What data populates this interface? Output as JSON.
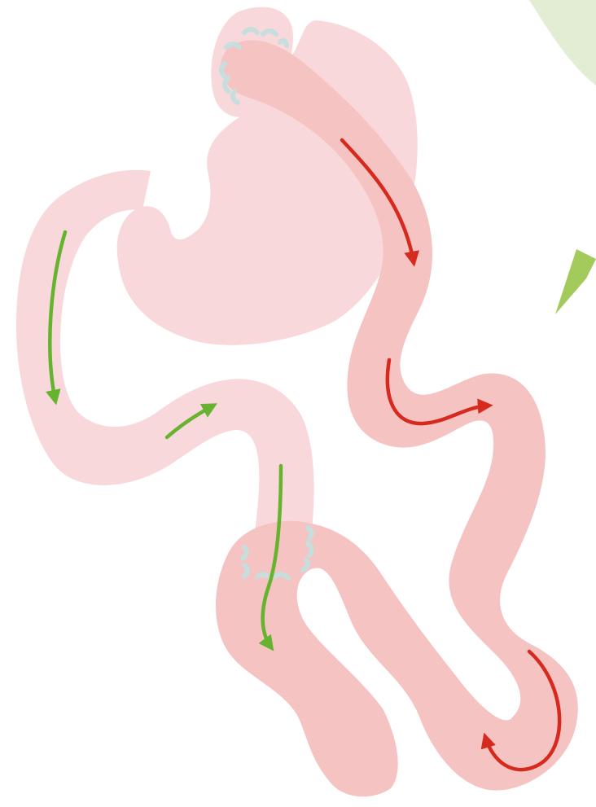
{
  "colors": {
    "background": "#ffffff",
    "stomach_pouch": "#f8d8da",
    "bypassed_limb": "#f8d8da",
    "alimentary_limb": "#f5c3c1",
    "staples": "#c6dedd",
    "food_flow_arrow": "#d62a1e",
    "digestive_juice_arrow": "#65b32e",
    "corner_leaf_light": "#e3edd3",
    "corner_arrow": "#a3cb5c"
  },
  "icons": {
    "food_flow": "curved-arrow-red",
    "digestive_juice_flow": "curved-arrow-green",
    "staple_line": "staple-marks",
    "corner_pointer": "green-arrowhead"
  }
}
